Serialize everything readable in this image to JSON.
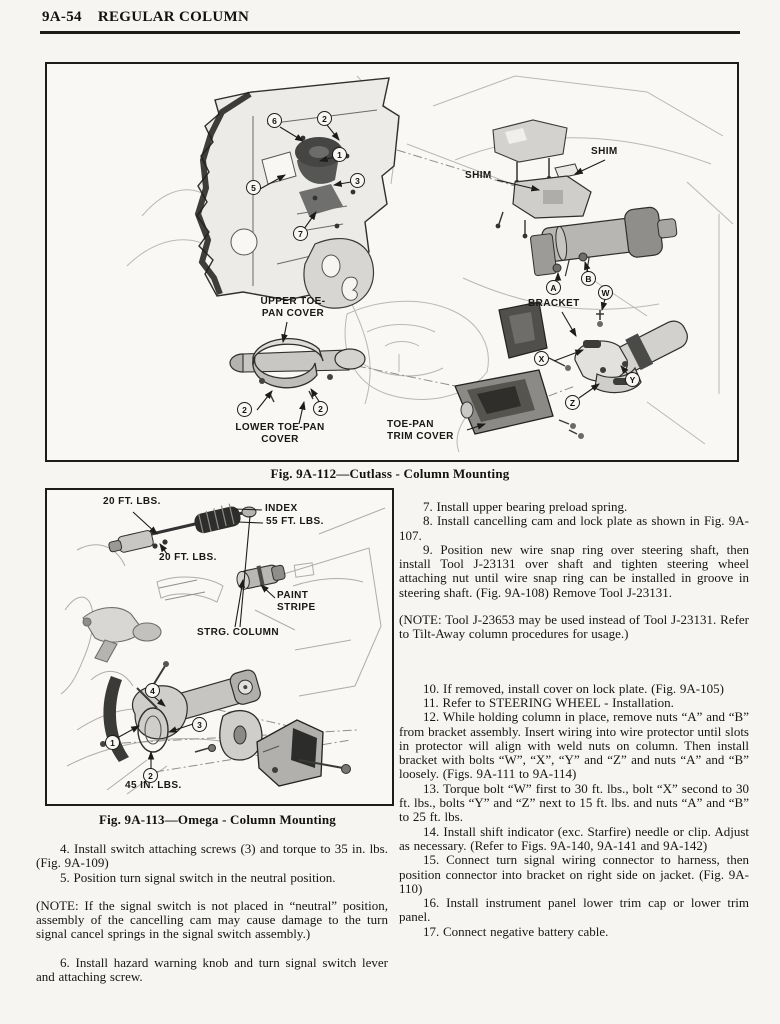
{
  "header": {
    "code": "9A-54",
    "title": "REGULAR COLUMN"
  },
  "figure1": {
    "caption": "Fig. 9A-112—Cutlass - Column Mounting",
    "labels": {
      "upper_toe_line1": "UPPER TOE-",
      "upper_toe_line2": "PAN COVER",
      "lower_toe_line1": "LOWER TOE-PAN",
      "lower_toe_line2": "COVER",
      "trim_line1": "TOE-PAN",
      "trim_line2": "TRIM COVER",
      "shim_left": "SHIM",
      "shim_right": "SHIM",
      "bracket": "BRACKET"
    },
    "callouts": {
      "n1": "1",
      "n2": "2",
      "n3": "3",
      "n5": "5",
      "n6": "6",
      "n7": "7",
      "two_left": "2",
      "two_right": "2",
      "a": "A",
      "b": "B",
      "w": "W",
      "x": "X",
      "y": "Y",
      "z": "Z"
    }
  },
  "figure2": {
    "caption": "Fig. 9A-113—Omega - Column Mounting",
    "labels": {
      "torque_20_upper": "20 FT. LBS.",
      "index": "INDEX",
      "torque_55": "55 FT. LBS.",
      "torque_20_lower": "20 FT. LBS.",
      "paint_line1": "PAINT",
      "paint_line2": "STRIPE",
      "steering_column": "STRG. COLUMN",
      "torque_45": "45 IN. LBS."
    },
    "callouts": {
      "c1": "1",
      "c2": "2",
      "c3": "3",
      "c4": "4"
    }
  },
  "left_column": {
    "paragraphs": [
      "4. Install switch attaching screws (3) and torque to 35 in. lbs. (Fig. 9A-109)",
      "5. Position turn signal switch in the neutral position.",
      "(NOTE: If the signal switch is not placed in “neutral” position, assembly of the cancelling cam may cause damage to the turn signal cancel springs in the signal switch assembly.)",
      "6. Install hazard warning knob and turn signal switch lever and attaching screw."
    ]
  },
  "right_column": {
    "paragraphs": [
      "7. Install upper bearing preload spring.",
      "8. Install cancelling cam and lock plate as shown in Fig. 9A-107.",
      "9. Position new wire snap ring over steering shaft, then install Tool J-23131 over shaft and tighten steering wheel attaching nut until wire snap ring can be installed in groove in steering shaft. (Fig. 9A-108) Remove Tool J-23131.",
      "(NOTE: Tool J-23653 may be used instead of Tool J-23131. Refer to Tilt-Away column procedures for usage.)",
      "10. If removed, install cover on lock plate. (Fig. 9A-105)",
      "11. Refer to STEERING WHEEL - Installation.",
      "12. While holding column in place, remove nuts “A” and “B” from bracket assembly. Insert wiring into wire protector until slots in protector will align with weld nuts on column. Then install bracket with bolts “W”, “X”, “Y” and “Z” and nuts “A” and “B” loosely. (Figs. 9A-111 to 9A-114)",
      "13. Torque bolt “W” first to 30 ft. lbs., bolt “X” second to 30 ft. lbs., bolts “Y” and “Z” next to 15 ft. lbs. and nuts “A” and “B” to 25 ft. lbs.",
      "14. Install shift indicator (exc. Starfire) needle or clip. Adjust as necessary. (Refer to Figs. 9A-140, 9A-141 and 9A-142)",
      "15. Connect turn signal wiring connector to harness, then position connector into bracket on right side on jacket. (Fig. 9A-110)",
      "16. Install instrument panel lower trim cap or lower trim panel.",
      "17. Connect negative battery cable."
    ]
  }
}
